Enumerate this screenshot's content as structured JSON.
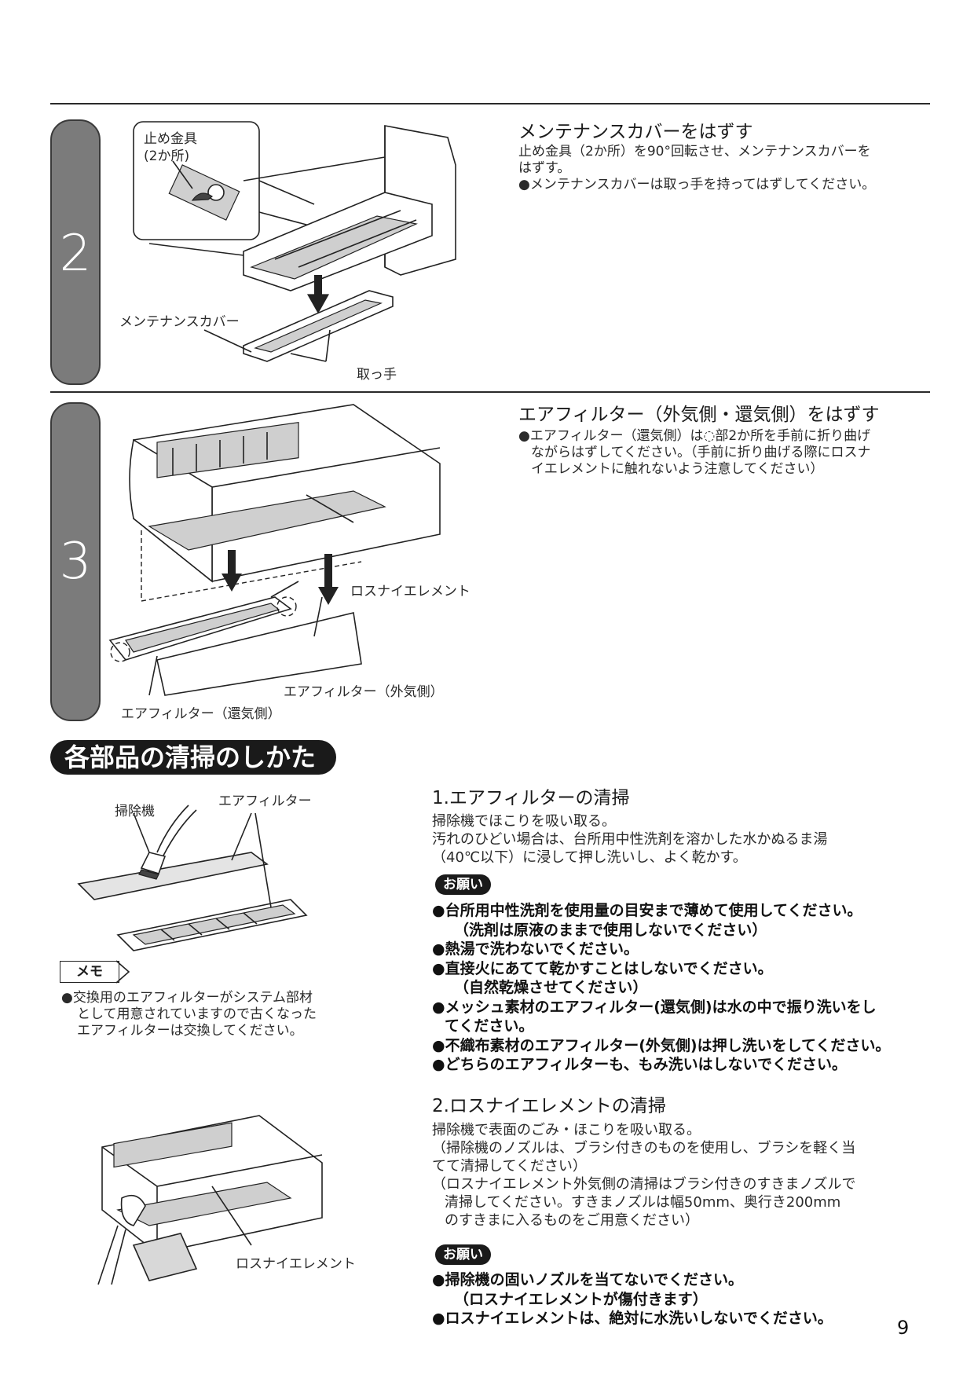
{
  "step2": {
    "number": "2",
    "title": "メンテナンスカバーをはずす",
    "body": [
      "止め金具（2か所）を90°回転させ、メンテナンスカバーを",
      "はずす。",
      "●メンテナンスカバーは取っ手を持ってはずしてください。"
    ],
    "labels": {
      "fastener": "止め金具",
      "fastener_count": "(2か所)",
      "cover": "メンテナンスカバー",
      "handle": "取っ手"
    }
  },
  "step3": {
    "number": "3",
    "title": "エアフィルター（外気側・還気側）をはずす",
    "body": [
      "●エアフィルター（還気側）は◌部2か所を手前に折り曲げ",
      "ながらはずしてください。（手前に折り曲げる際にロスナ",
      "イエレメントに触れないよう注意してください）"
    ],
    "labels": {
      "element": "ロスナイエレメント",
      "outside_filter": "エアフィルター（外気側）",
      "return_filter": "エアフィルター（還気側）"
    }
  },
  "section": {
    "title": "各部品の清掃のしかた"
  },
  "cleaning1": {
    "title": "1.エアフィルターの清掃",
    "body": [
      "掃除機でほこりを吸い取る。",
      "汚れのひどい場合は、台所用中性洗剤を溶かした水かぬるま湯",
      "（40℃以下）に浸して押し洗いし、よく乾かす。"
    ],
    "onegai": "お願い",
    "bullets": [
      "●台所用中性洗剤を使用量の目安まで薄めて使用してください。",
      "（洗剤は原液のままで使用しないでください）",
      "●熱湯で洗わないでください。",
      "●直接火にあてて乾かすことはしないでください。",
      "（自然乾燥させてください）",
      "●メッシュ素材のエアフィルター(還気側)は水の中で振り洗いをし",
      "てください。",
      "●不織布素材のエアフィルター(外気側)は押し洗いをしてください。",
      "●どちらのエアフィルターも、もみ洗いはしないでください。"
    ],
    "labels": {
      "vacuum": "掃除機",
      "filter": "エアフィルター"
    }
  },
  "memo": {
    "tag": "メモ",
    "lines": [
      "●交換用のエアフィルターがシステム部材",
      "として用意されていますので古くなった",
      "エアフィルターは交換してください。"
    ]
  },
  "cleaning2": {
    "title": "2.ロスナイエレメントの清掃",
    "body": [
      "掃除機で表面のごみ・ほこりを吸い取る。",
      "（掃除機のノズルは、ブラシ付きのものを使用し、ブラシを軽く当",
      "てて清掃してください）",
      "（ロスナイエレメント外気側の清掃はブラシ付きのすきまノズルで",
      "清掃してください。すきまノズルは幅50mm、奥行き200mm",
      "のすきまに入るものをご用意ください）"
    ],
    "onegai": "お願い",
    "bullets": [
      "●掃除機の固いノズルを当てないでください。",
      "（ロスナイエレメントが傷付きます）",
      "●ロスナイエレメントは、絶対に水洗いしないでください。"
    ],
    "labels": {
      "element": "ロスナイエレメント"
    }
  },
  "page_number": "9"
}
